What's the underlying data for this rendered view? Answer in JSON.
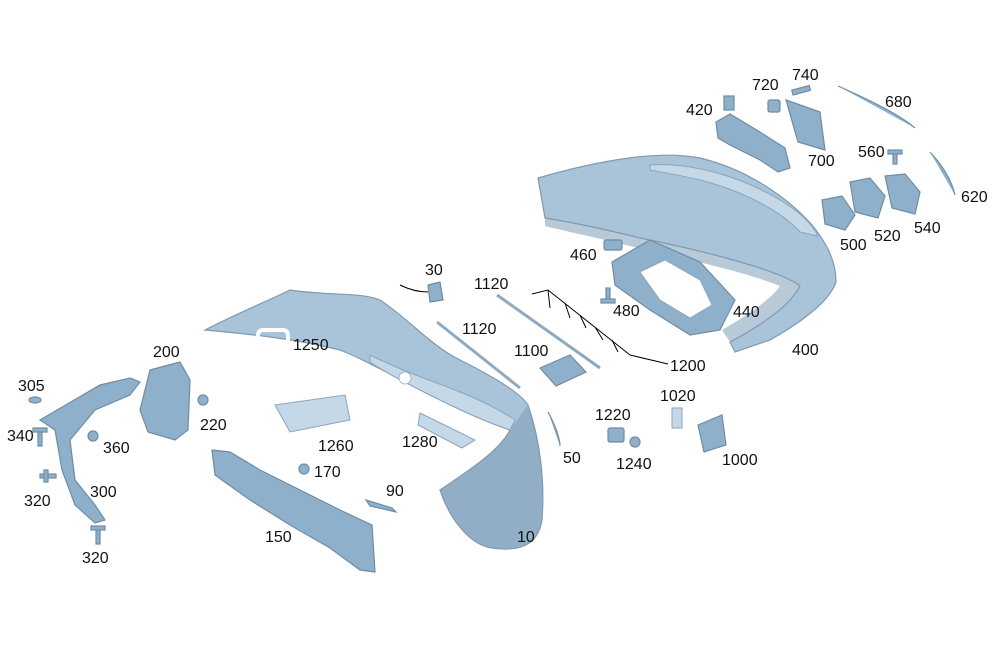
{
  "diagram": {
    "callouts": {
      "c10": "10",
      "c30": "30",
      "c50": "50",
      "c90": "90",
      "c150": "150",
      "c170": "170",
      "c200": "200",
      "c220": "220",
      "c300": "300",
      "c305": "305",
      "c320a": "320",
      "c320b": "320",
      "c340": "340",
      "c360": "360",
      "c400": "400",
      "c420": "420",
      "c440": "440",
      "c460": "460",
      "c480": "480",
      "c500": "500",
      "c520": "520",
      "c540": "540",
      "c560": "560",
      "c620": "620",
      "c680": "680",
      "c700": "700",
      "c720": "720",
      "c740": "740",
      "c1000": "1000",
      "c1020": "1020",
      "c1100": "1100",
      "c1120a": "1120",
      "c1120b": "1120",
      "c1200": "1200",
      "c1220": "1220",
      "c1240": "1240",
      "c1250": "1250",
      "c1260": "1260",
      "c1280": "1280"
    }
  }
}
